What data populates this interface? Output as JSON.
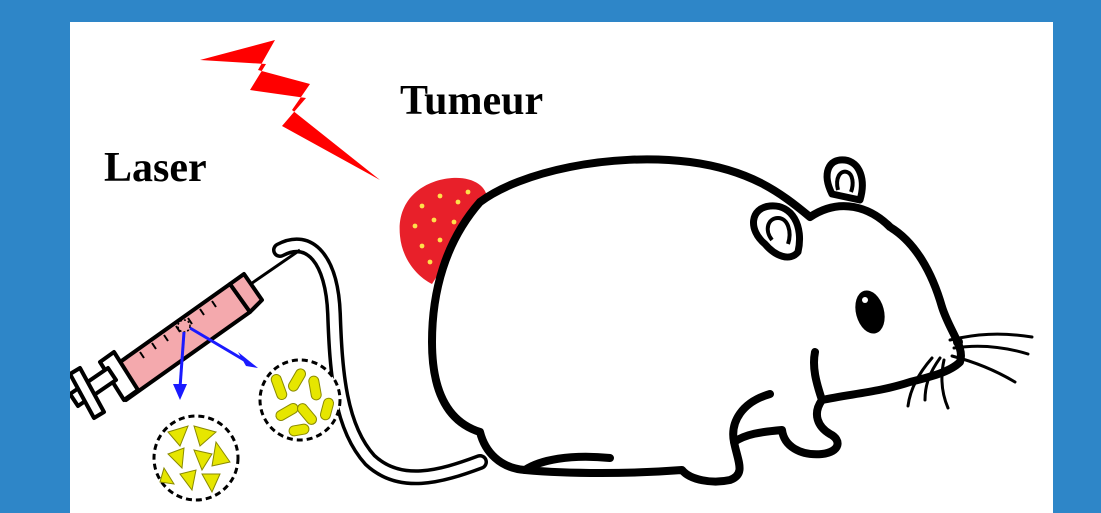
{
  "labels": {
    "tumor": "Tumeur",
    "laser": "Laser"
  },
  "colors": {
    "frame_background": "#2e86c8",
    "panel_background": "#ffffff",
    "lightning": "#ff0000",
    "tumor": "#e8202a",
    "tumor_dots": "#ffe04a",
    "syringe_barrel": "#f4a9ad",
    "arrows": "#1a1aff",
    "nanoparticles": "#e6e600",
    "outline": "#000000"
  },
  "icons": {
    "lightning": "lightning-bolt-icon",
    "syringe": "syringe-icon",
    "mouse": "mouse-illustration",
    "tumor": "tumor-blob",
    "triangle_particles": "triangular-nanoparticles-cluster",
    "rod_particles": "rod-nanoparticles-cluster"
  }
}
